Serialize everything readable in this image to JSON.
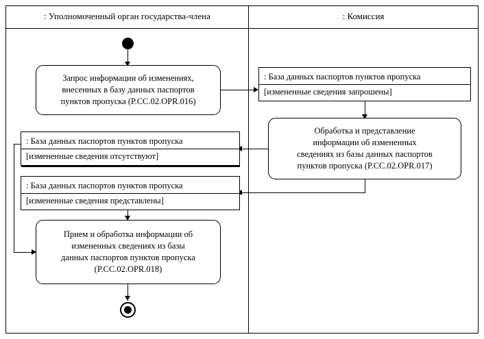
{
  "diagram": {
    "lanes": [
      {
        "id": "left",
        "title": ": Уполномоченный орган государства-члена"
      },
      {
        "id": "right",
        "title": ": Комиссия"
      }
    ],
    "nodes": {
      "start": {
        "name": "initial-node"
      },
      "request": {
        "lines": [
          "Запрос информации об изменениях,",
          "внесенных в базу данных паспортов",
          "пунктов пропуска (P.CC.02.OPR.016)"
        ]
      },
      "state_requested": {
        "top": ": База данных паспортов пунктов пропуска",
        "bottom": "[измененные сведения запрошены]"
      },
      "processing": {
        "lines": [
          "Обработка и представление",
          "информации об измененных",
          "сведениях из базы данных паспортов",
          "пунктов пропуска (P.CC.02.OPR.017)"
        ]
      },
      "state_absent": {
        "top": ": База данных паспортов пунктов пропуска",
        "bottom": "[измененные сведения отсутствуют]"
      },
      "state_presented": {
        "top": ": База данных паспортов пунктов пропуска",
        "bottom": "[измененные сведения представлены]"
      },
      "receive": {
        "lines": [
          "Прием и обработка информации об",
          "измененных сведениях из базы",
          "данных паспортов пунктов пропуска",
          "(P.CC.02.OPR.018)"
        ]
      },
      "end": {
        "name": "final-node"
      }
    }
  }
}
